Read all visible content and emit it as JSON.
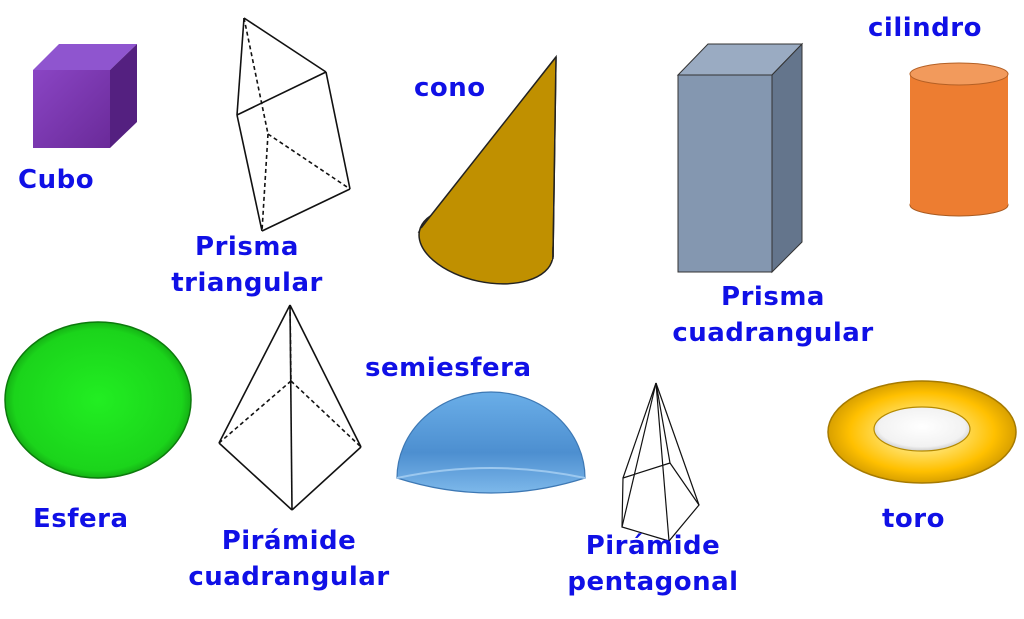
{
  "labels": {
    "cubo": "Cubo",
    "prisma_triangular": [
      "Prisma",
      "triangular"
    ],
    "cono": "cono",
    "prisma_cuadrangular": [
      "Prisma",
      "cuadrangular"
    ],
    "cilindro": "cilindro",
    "esfera": "Esfera",
    "piramide_cuadrangular": [
      "Pirámide",
      "cuadrangular"
    ],
    "semiesfera": "semiesfera",
    "piramide_pentagonal": [
      "Pirámide",
      "pentagonal"
    ],
    "toro": "toro"
  },
  "colors": {
    "label_text": "#1010e6",
    "cubo": "#7030a0",
    "cono": "#c09000",
    "prisma_cuadrangular": "#8497b0",
    "cilindro": "#ed7d31",
    "esfera": "#22dd22",
    "semiesfera": "#5b9bd5",
    "toro": "#ffc000"
  }
}
